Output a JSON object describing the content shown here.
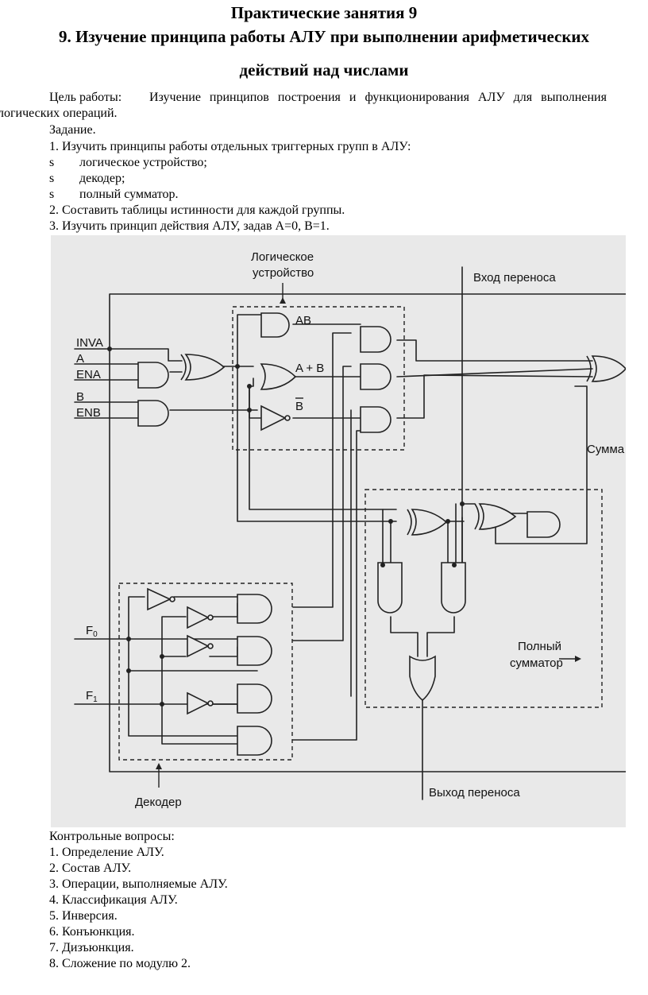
{
  "header": {
    "title1": "Практические занятия 9",
    "title2": "9. Изучение принципа работы АЛУ при выполнении арифметических",
    "title3": "действий над числами"
  },
  "goal": {
    "line1_a": "Цель работы:",
    "line1_b": "Изучение принципов построения и функционирования АЛУ для выполнения",
    "line2": "логических операций."
  },
  "task": {
    "heading": "Задание.",
    "item1": "1. Изучить принципы работы отдельных триггерных групп в АЛУ:",
    "bullets": [
      {
        "marker": "s",
        "text": "логическое устройство;"
      },
      {
        "marker": "s",
        "text": "декодер;"
      },
      {
        "marker": "s",
        "text": "полный сумматор."
      }
    ],
    "item2": "2. Составить таблицы истинности для каждой группы.",
    "item3": "3. Изучить принцип действия АЛУ, задав А=0, В=1."
  },
  "diagram": {
    "logic_unit_label_1": "Логическое",
    "logic_unit_label_2": "устройство",
    "carry_in": "Вход переноса",
    "inva": "INVA",
    "a": "A",
    "ena": "ENA",
    "b": "B",
    "enb": "ENB",
    "ab": "AB",
    "a_plus_b": "A + B",
    "b_not": "B",
    "sum": "Сумма",
    "full_adder_1": "Полный",
    "full_adder_2": "сумматор",
    "f0": "F",
    "f0_sub": "0",
    "f1": "F",
    "f1_sub": "1",
    "decoder": "Декодер",
    "carry_out": "Выход переноса"
  },
  "questions": {
    "heading": "Контрольные вопросы:",
    "items": [
      "1. Определение АЛУ.",
      "2. Состав АЛУ.",
      "3. Операции, выполняемые АЛУ.",
      "4. Классификация АЛУ.",
      "5. Инверсия.",
      "6. Конъюнкция.",
      "7. Дизъюнкция.",
      "8. Сложение по модулю 2."
    ]
  }
}
